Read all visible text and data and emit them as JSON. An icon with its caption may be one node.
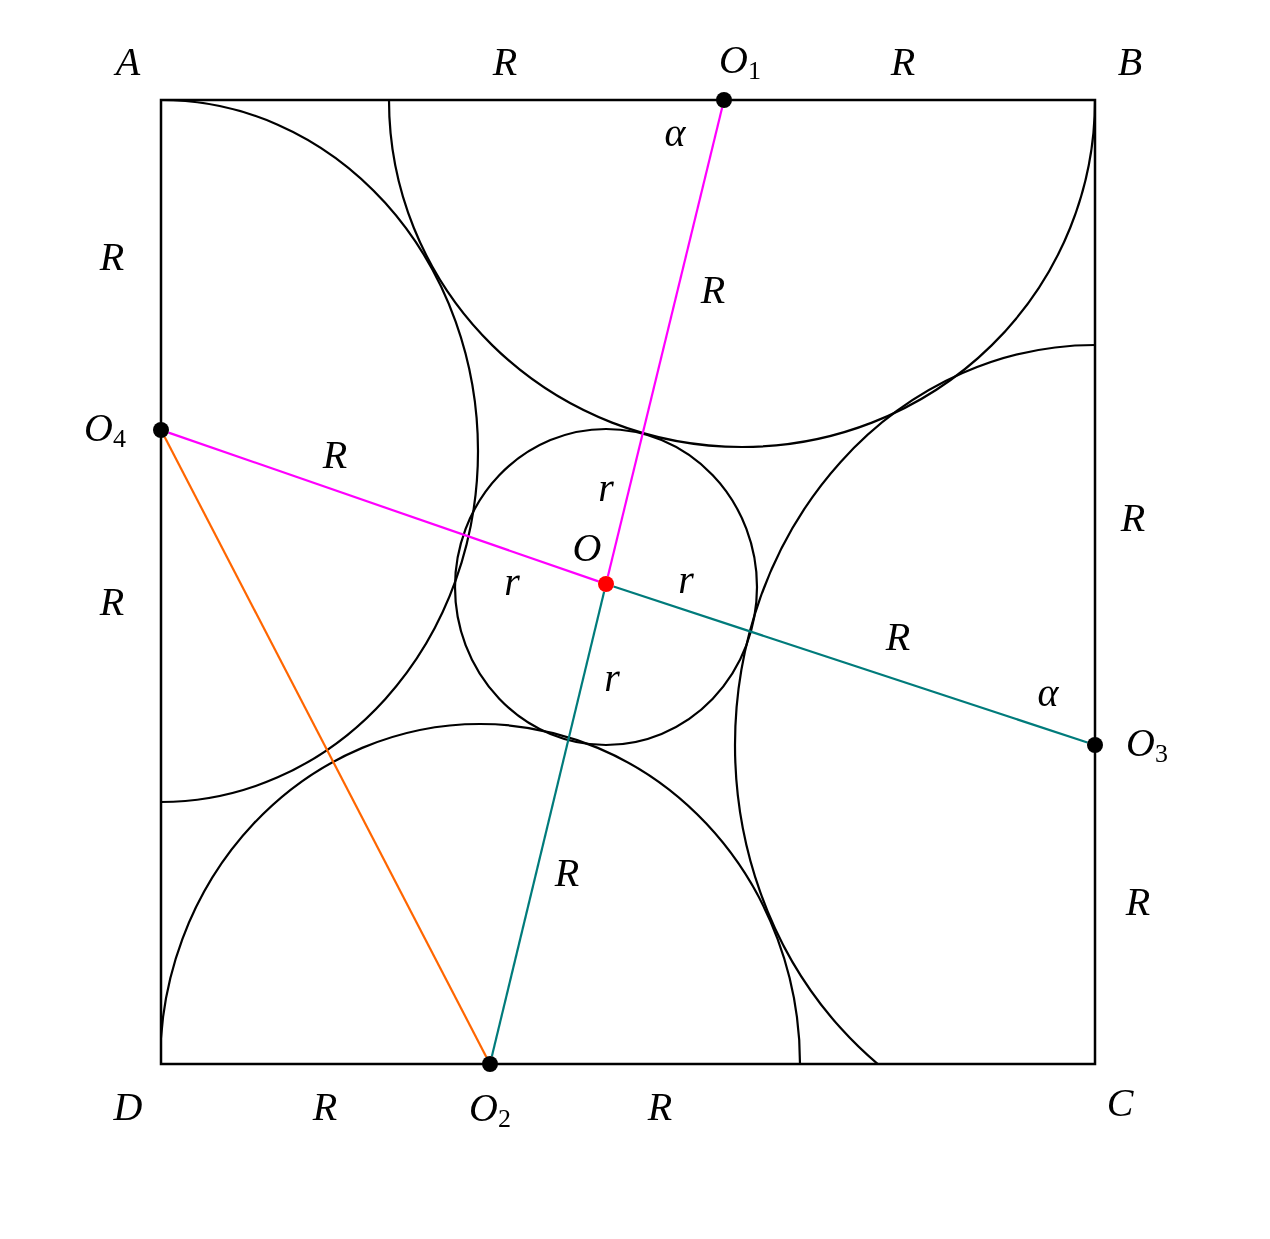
{
  "diagram": {
    "nodes": [
      {
        "text": [],
        "shape": "circle",
        "beside": [
          "O$_{1}$"
        ]
      },
      {
        "text": [],
        "shape": "circle",
        "beside": [
          "O$_{4}$"
        ]
      },
      {
        "text": [],
        "shape": "circle",
        "beside": [
          "O"
        ]
      },
      {
        "text": [],
        "shape": "circle",
        "beside": [
          "O$_{3}$"
        ]
      },
      {
        "text": [],
        "shape": "circle",
        "beside": [
          "O$_{2}$"
        ]
      }
    ],
    "edges": [
      {
        "from": 0,
        "to": 2,
        "arrow": "none",
        "color": "#ff00ff"
      },
      {
        "from": 1,
        "to": 2,
        "arrow": "none",
        "color": "#ff00ff"
      },
      {
        "from": 2,
        "to": 3,
        "arrow": "none",
        "color": "#007b7b"
      },
      {
        "from": 2,
        "to": 4,
        "arrow": "none",
        "color": "#007b7b"
      },
      {
        "from": 1,
        "to": 4,
        "arrow": "none",
        "color": "#ff6600"
      }
    ],
    "labels": [
      "A",
      "R",
      "R",
      "B",
      "α",
      "R",
      "R",
      "R",
      "r",
      "R",
      "r",
      "r",
      "R",
      "R",
      "r",
      "α",
      "R",
      "R",
      "D",
      "R",
      "R",
      "C"
    ]
  }
}
